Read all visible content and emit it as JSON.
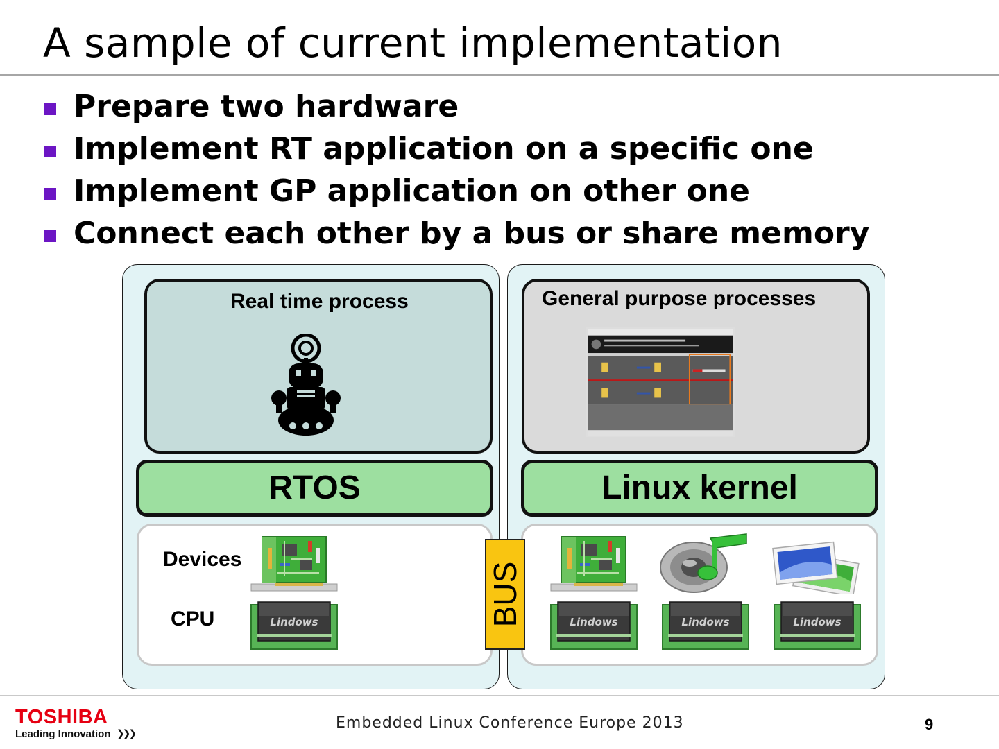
{
  "slide": {
    "title": "A sample of current implementation",
    "bullets": [
      "Prepare two hardware",
      "Implement RT application on a specific one",
      "Implement GP application on other one",
      "Connect each other by a bus or share memory"
    ]
  },
  "diagram": {
    "rt_process_label": "Real time process",
    "gp_process_label": "General purpose processes",
    "rtos_label": "RTOS",
    "linux_label": "Linux kernel",
    "devices_label": "Devices",
    "cpu_label": "CPU",
    "bus_label": "BUS",
    "chip_text": "Lindows"
  },
  "footer": {
    "logo": "TOSHIBA",
    "tagline": "Leading Innovation",
    "conference": "Embedded Linux Conference Europe 2013",
    "page_number": "9"
  },
  "colors": {
    "bullet": "#6c16c4",
    "outer_box": "#e2f3f5",
    "rt_box": "#c5dcda",
    "gp_box": "#dadada",
    "os_box": "#9ddfa0",
    "bus": "#f9c511",
    "logo": "#e60012"
  }
}
